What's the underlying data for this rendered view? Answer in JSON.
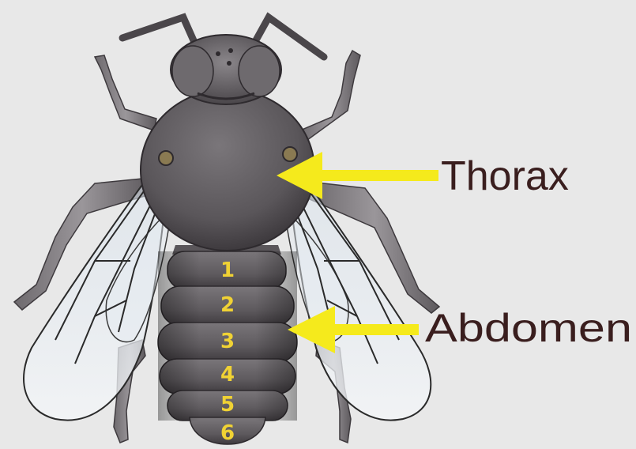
{
  "labels": {
    "thorax": "Thorax",
    "abdomen": "Abdomen"
  },
  "segments": [
    "1",
    "2",
    "3",
    "4",
    "5",
    "6"
  ],
  "colors": {
    "background": "#e8e8e8",
    "body": "#5e5a5e",
    "body_dark": "#3f3b3f",
    "arrow": "#f5ea1c",
    "segment_number": "#f0d234",
    "label_text": "#3a1e1e"
  }
}
